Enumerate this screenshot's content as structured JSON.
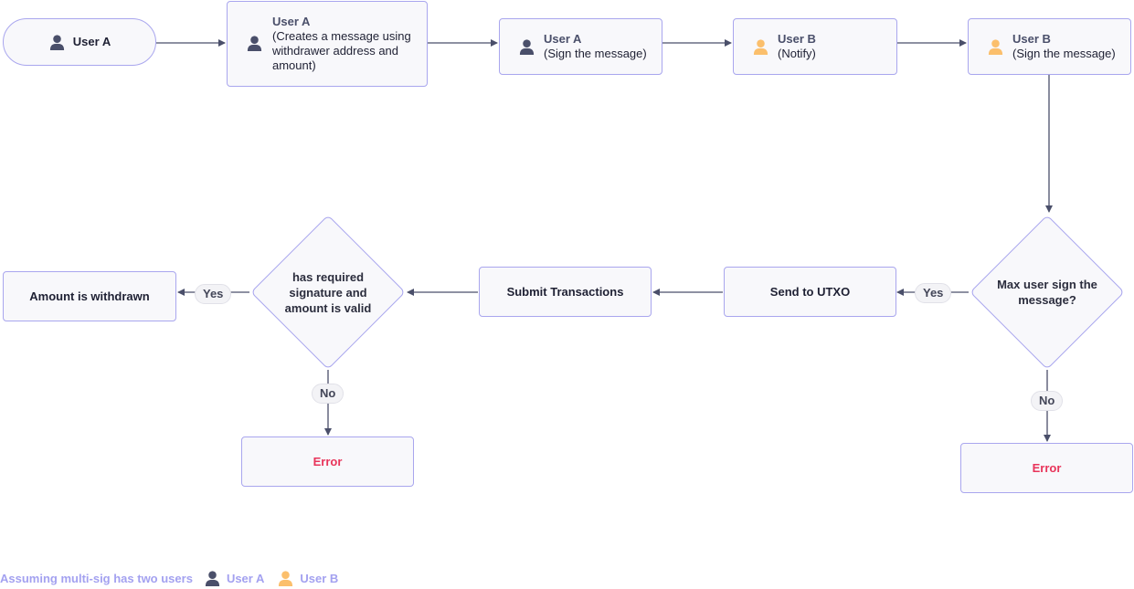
{
  "colors": {
    "user_a": "#4a4f6a",
    "user_b": "#fbbf6c",
    "border": "#a9a6ee",
    "error": "#e8345a",
    "edge": "#4a4f6a",
    "legend_text": "#a3a1f0"
  },
  "nodes": {
    "start": {
      "label": "User A",
      "icon": "user-a-icon"
    },
    "create": {
      "title": "User A",
      "sub": "(Creates a message using withdrawer address and amount)",
      "icon": "user-a-icon"
    },
    "signA": {
      "title": "User A",
      "sub": "(Sign the message)",
      "icon": "user-a-icon"
    },
    "notifyB": {
      "title": "User B",
      "sub": "(Notify)",
      "icon": "user-b-icon"
    },
    "signB": {
      "title": "User B",
      "sub": "(Sign the message)",
      "icon": "user-b-icon"
    },
    "decision1": {
      "label": "Max user sign the message?"
    },
    "send": {
      "label": "Send to UTXO"
    },
    "submit": {
      "label": "Submit Transactions"
    },
    "decision2": {
      "label": "has required signature and amount is valid"
    },
    "withdrawn": {
      "label": "Amount is withdrawn"
    },
    "error1": {
      "label": "Error"
    },
    "error2": {
      "label": "Error"
    }
  },
  "edge_labels": {
    "yes1": "Yes",
    "no1": "No",
    "yes2": "Yes",
    "no2": "No"
  },
  "legend": {
    "text": "Assuming multi-sig has two users",
    "user_a": "User A",
    "user_b": "User B"
  }
}
